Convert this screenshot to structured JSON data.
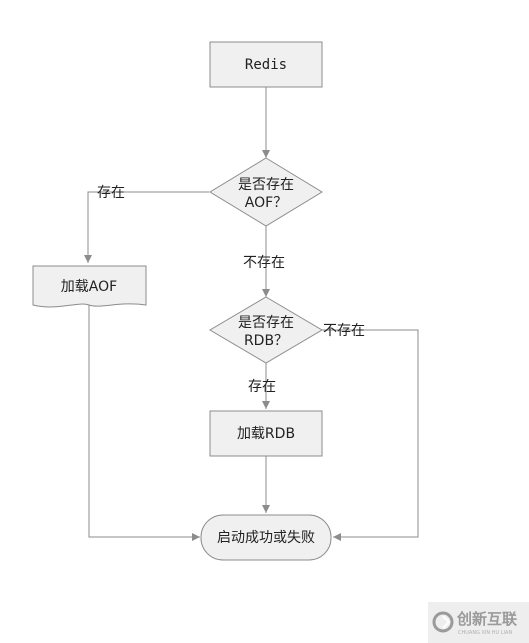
{
  "nodes": {
    "redis": "Redis",
    "aof_question_line1": "是否存在",
    "aof_question_line2": "AOF？",
    "load_aof": "加载AOF",
    "rdb_question_line1": "是否存在",
    "rdb_question_line2": "RDB？",
    "load_rdb": "加载RDB",
    "result": "启动成功或失败"
  },
  "edges": {
    "aof_exists": "存在",
    "aof_not_exists": "不存在",
    "rdb_exists": "存在",
    "rdb_not_exists": "不存在"
  },
  "watermark": {
    "brand": "创新互联",
    "subtitle": "CHUANG XIN HU LIAN"
  },
  "colors": {
    "shape_fill": "#f0f0f0",
    "stroke": "#8c8c8c"
  }
}
